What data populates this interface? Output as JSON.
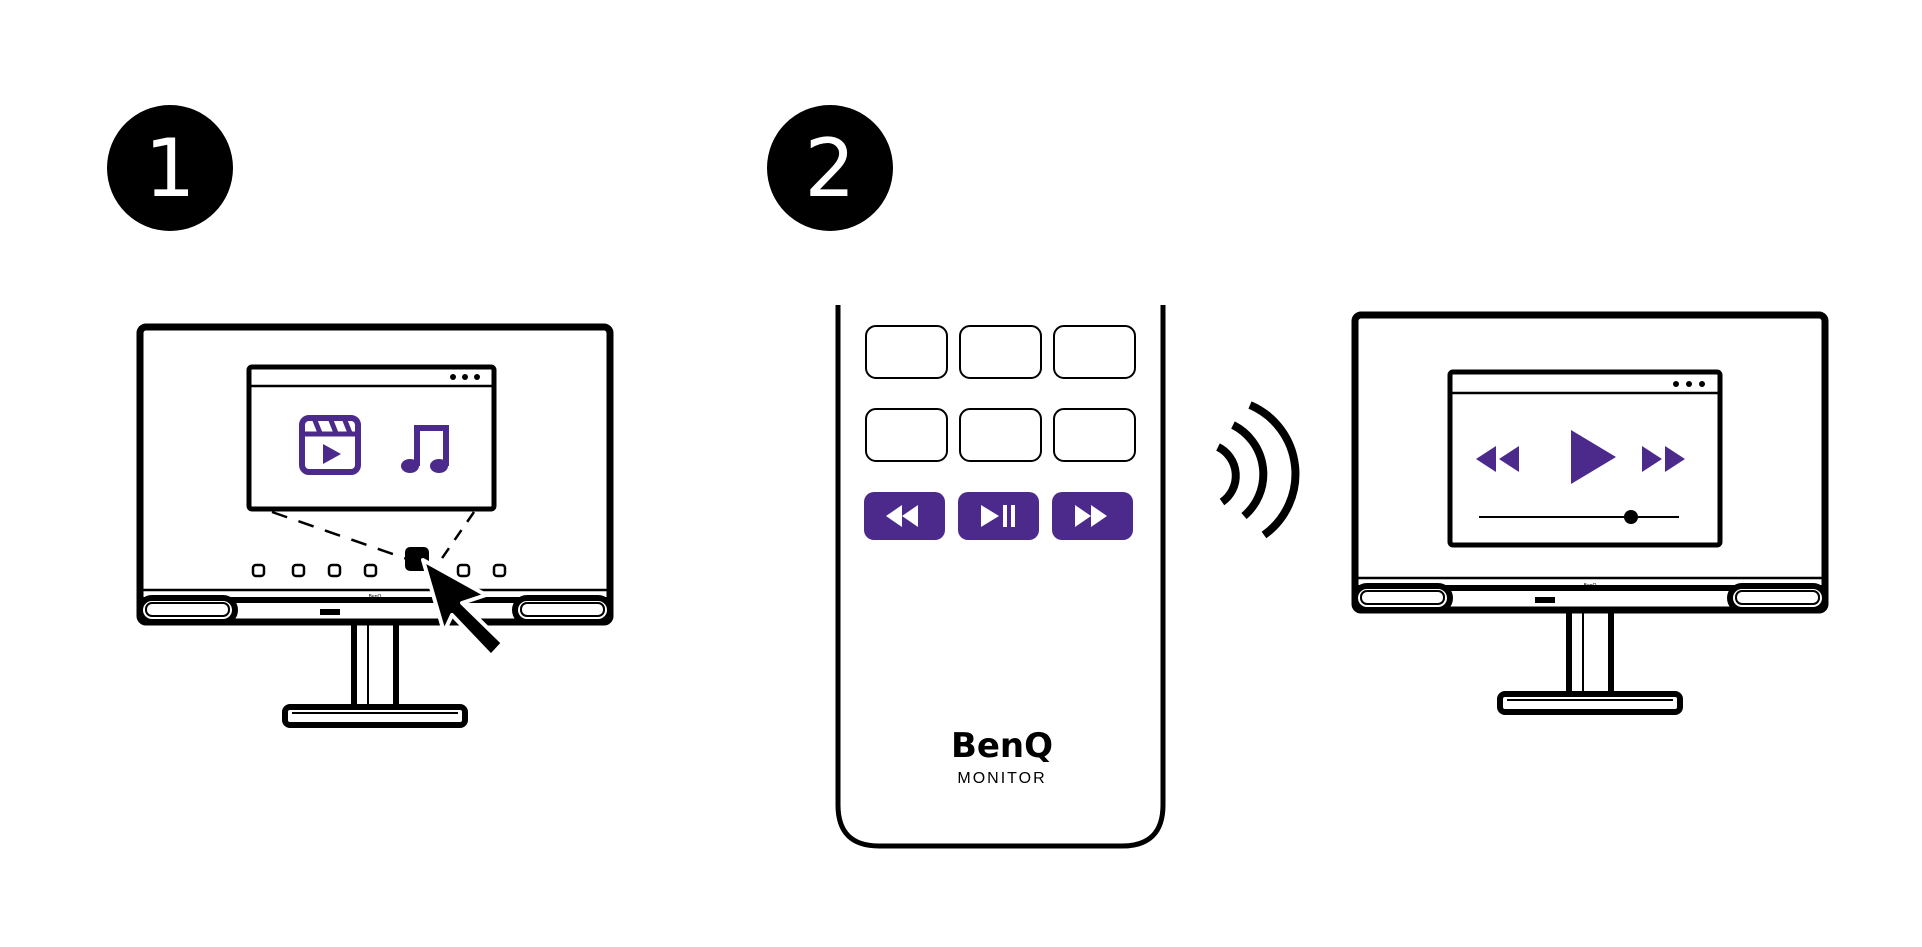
{
  "steps": [
    {
      "number": "1"
    },
    {
      "number": "2"
    }
  ],
  "remote": {
    "brand": "BenQ",
    "subtitle": "MONITOR",
    "media_buttons": [
      "rewind-icon",
      "play-pause-icon",
      "fast-forward-icon"
    ],
    "blank_buttons": 6
  },
  "monitor_small_logo": "BenQ",
  "colors": {
    "accent": "#4B2A8C",
    "ink": "#000000",
    "paper": "#FFFFFF"
  },
  "icons": {
    "step1_screen": [
      "video-clapper-icon",
      "music-note-icon"
    ],
    "step2_screen": [
      "rewind-icon",
      "play-icon",
      "fast-forward-icon"
    ],
    "signal": "wireless-signal-icon",
    "cursor": "cursor-arrow-icon"
  },
  "playback_progress": 0.76
}
